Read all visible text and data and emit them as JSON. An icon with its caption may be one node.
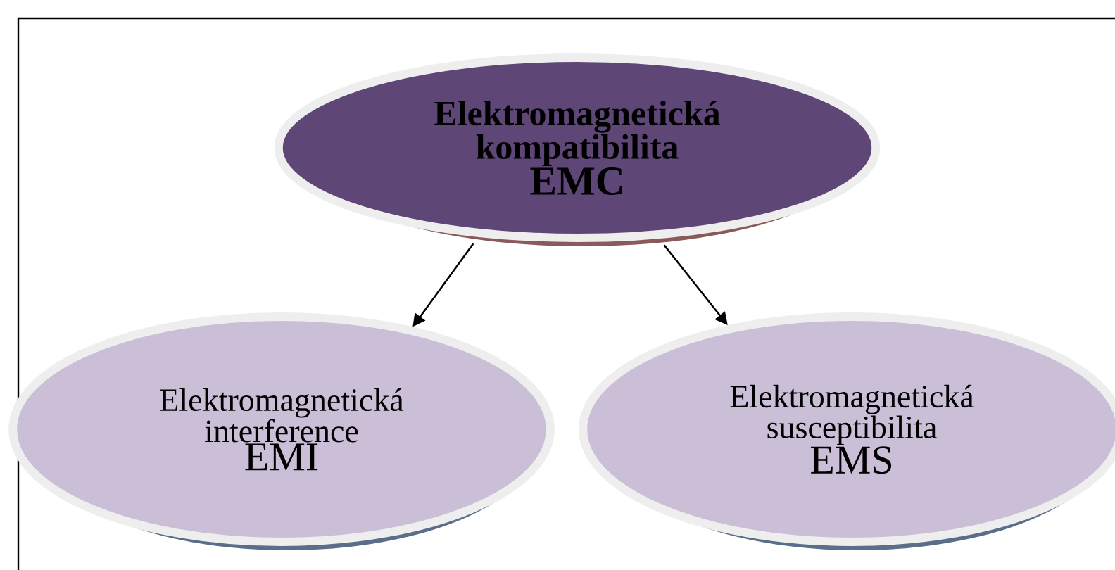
{
  "diagram": {
    "nodes": [
      {
        "text": [
          "Elektromagnetická kompatibilita",
          "EMC"
        ]
      },
      {
        "text": [
          "Elektromagnetická interference",
          "EMI"
        ]
      },
      {
        "text": [
          "Elektromagnetická susceptibilita",
          "EMS"
        ]
      }
    ],
    "edges": [
      {
        "from": 0,
        "to": 1,
        "arrow": "to"
      },
      {
        "from": 0,
        "to": 2,
        "arrow": "to"
      }
    ]
  }
}
